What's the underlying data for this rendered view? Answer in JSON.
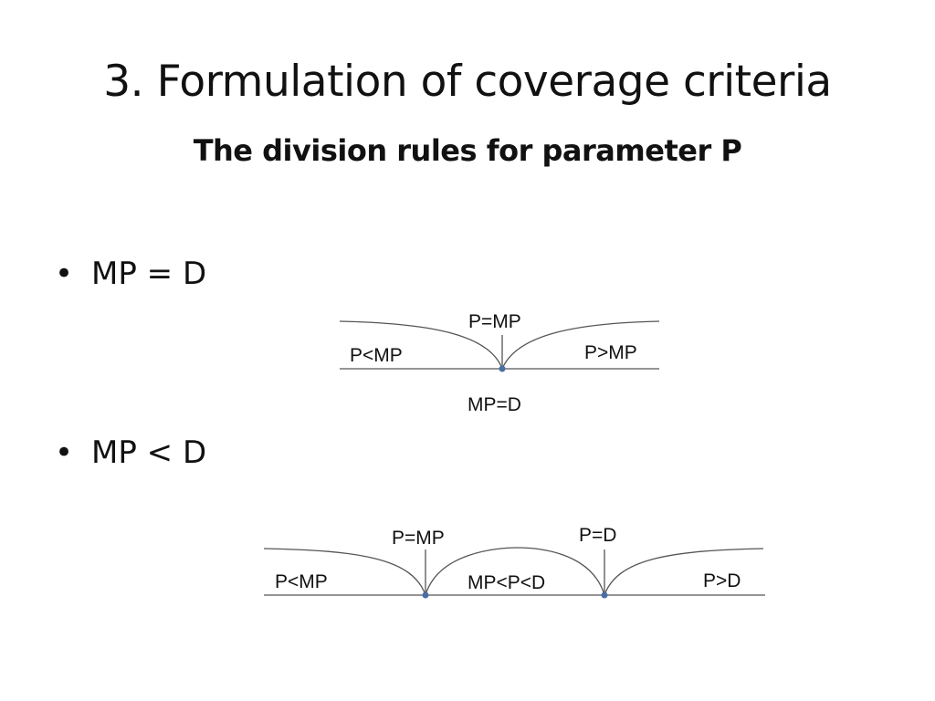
{
  "slide": {
    "title": "3. Formulation of coverage criteria",
    "subtitle": "The division rules for parameter P"
  },
  "bullets": [
    {
      "marker": "•",
      "text": "MP = D"
    },
    {
      "marker": "•",
      "text": "MP < D"
    }
  ],
  "diagram1": {
    "boundary_label": "P=MP",
    "left_label": "P<MP",
    "right_label": "P>MP",
    "bottom_label": "MP=D"
  },
  "diagram2": {
    "boundary1_label": "P=MP",
    "boundary2_label": "P=D",
    "left_label": "P<MP",
    "middle_label": "MP<P<D",
    "right_label": "P>D"
  },
  "colors": {
    "line": "#555555",
    "point": "#4a6fa5"
  }
}
